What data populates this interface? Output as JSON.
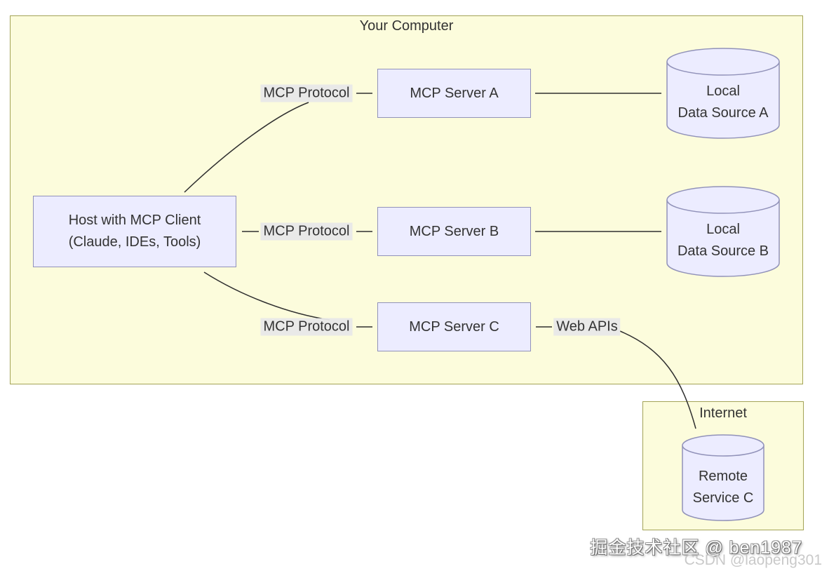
{
  "diagram": {
    "groups": {
      "your_computer": {
        "title": "Your Computer"
      },
      "internet": {
        "title": "Internet"
      }
    },
    "nodes": {
      "host": {
        "line1": "Host with MCP Client",
        "line2": "(Claude, IDEs, Tools)"
      },
      "server_a": {
        "label": "MCP Server A"
      },
      "server_b": {
        "label": "MCP Server B"
      },
      "server_c": {
        "label": "MCP Server C"
      },
      "data_source_a": {
        "line1": "Local",
        "line2": "Data Source A"
      },
      "data_source_b": {
        "line1": "Local",
        "line2": "Data Source B"
      },
      "remote_service_c": {
        "line1": "Remote",
        "line2": "Service C"
      }
    },
    "edge_labels": {
      "mcp_protocol_a": "MCP Protocol",
      "mcp_protocol_b": "MCP Protocol",
      "mcp_protocol_c": "MCP Protocol",
      "web_apis": "Web APIs"
    },
    "colors": {
      "group_fill": "#fcfcdc",
      "group_border": "#a3a356",
      "node_fill": "#ececff",
      "node_border": "#9192b9",
      "edge_label_bg": "#e8e8e8",
      "line": "#2f2f2f",
      "text": "#333333"
    }
  },
  "watermarks": {
    "primary": "掘金技术社区 @ ben1987",
    "secondary": "CSDN @laopeng301"
  }
}
